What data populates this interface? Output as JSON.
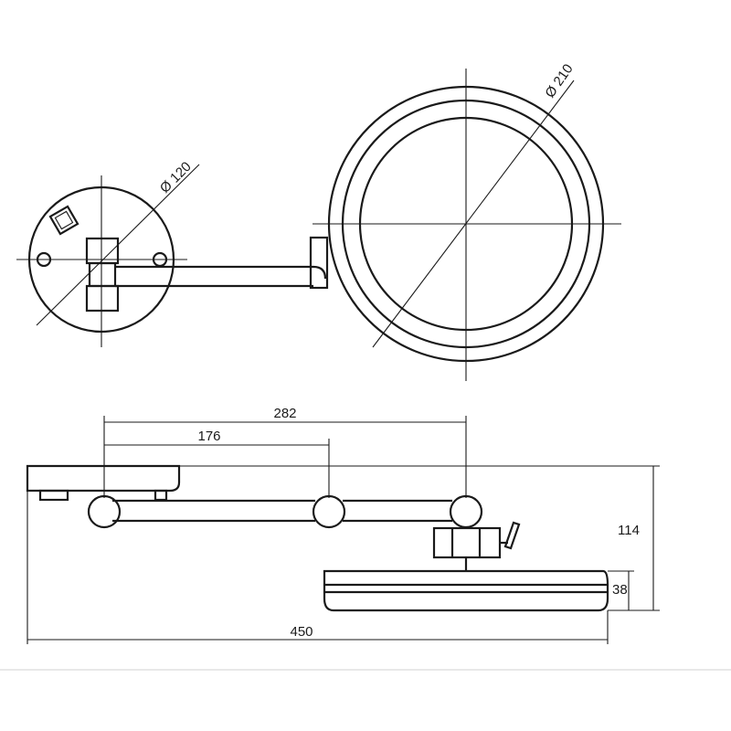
{
  "diagram": {
    "top_view": {
      "base_diameter_label": "Ø 120",
      "mirror_diameter_label": "Ø 210"
    },
    "side_view": {
      "dimension_282": "282",
      "dimension_176": "176",
      "dimension_450": "450",
      "dimension_114": "114",
      "dimension_38": "38"
    }
  }
}
